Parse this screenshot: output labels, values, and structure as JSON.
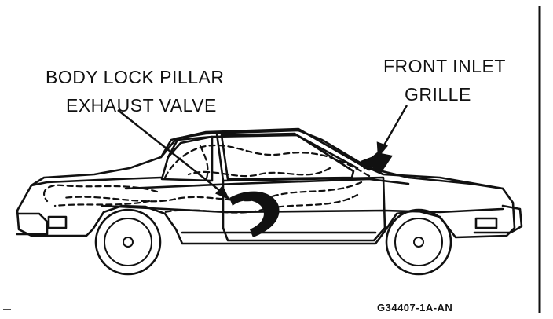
{
  "labels": {
    "exhaust_line1": "BODY LOCK PILLAR",
    "exhaust_line2": "EXHAUST VALVE",
    "grille_line1": "FRONT INLET",
    "grille_line2": "GRILLE",
    "figure_code": "G34407-1A-AN"
  },
  "colors": {
    "ink": "#111111",
    "paper": "#ffffff"
  },
  "icons": {
    "vehicle": "coupe-side-view",
    "airflow": "dashed-airflow-arrows"
  }
}
